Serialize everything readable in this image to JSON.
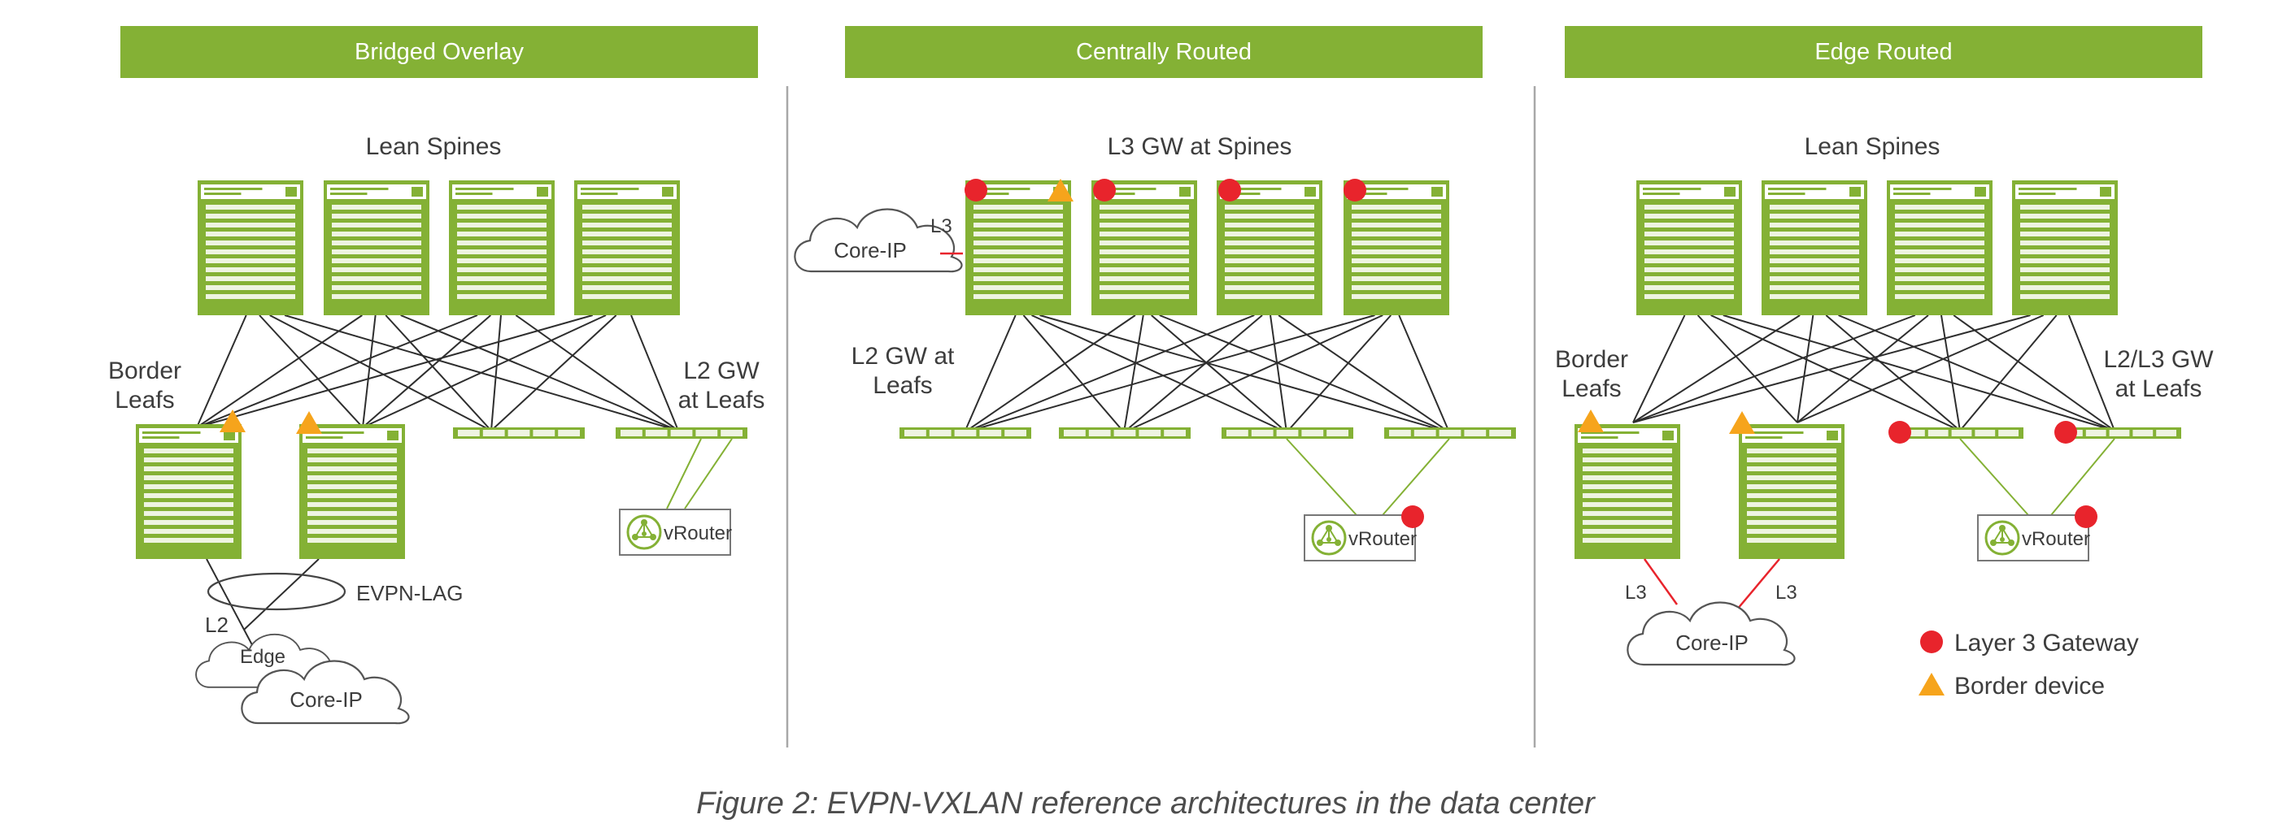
{
  "colors": {
    "green": "#84b135",
    "red": "#e8242c",
    "orange": "#f6a41c",
    "text": "#3d3d3d",
    "line": "#2e2e2e",
    "divider": "#a8a8a8"
  },
  "panels": [
    {
      "title": "Bridged Overlay",
      "spine_label": "Lean Spines",
      "left_label": [
        "Border",
        "Leafs"
      ],
      "right_label": [
        "L2 GW",
        "at Leafs"
      ],
      "vrouter_label": "vRouter",
      "edge_label": "Edge",
      "core_label": "Core-IP",
      "evpn_lag_label": "EVPN-LAG",
      "l2_label": "L2"
    },
    {
      "title": "Centrally Routed",
      "spine_label": "L3 GW at Spines",
      "left_label": [
        "L2 GW at",
        "Leafs"
      ],
      "vrouter_label": "vRouter",
      "core_label": "Core-IP",
      "l3_label": "L3"
    },
    {
      "title": "Edge Routed",
      "spine_label": "Lean Spines",
      "left_label": [
        "Border",
        "Leafs"
      ],
      "right_label": [
        "L2/L3 GW",
        "at Leafs"
      ],
      "vrouter_label": "vRouter",
      "core_label": "Core-IP",
      "l3_left_label": "L3",
      "l3_right_label": "L3"
    }
  ],
  "legend": {
    "gateway": {
      "label": "Layer 3 Gateway",
      "icon": "red-circle-icon"
    },
    "border": {
      "label": "Border device",
      "icon": "orange-triangle-icon"
    }
  },
  "caption": "Figure 2: EVPN-VXLAN reference architectures in the data center"
}
